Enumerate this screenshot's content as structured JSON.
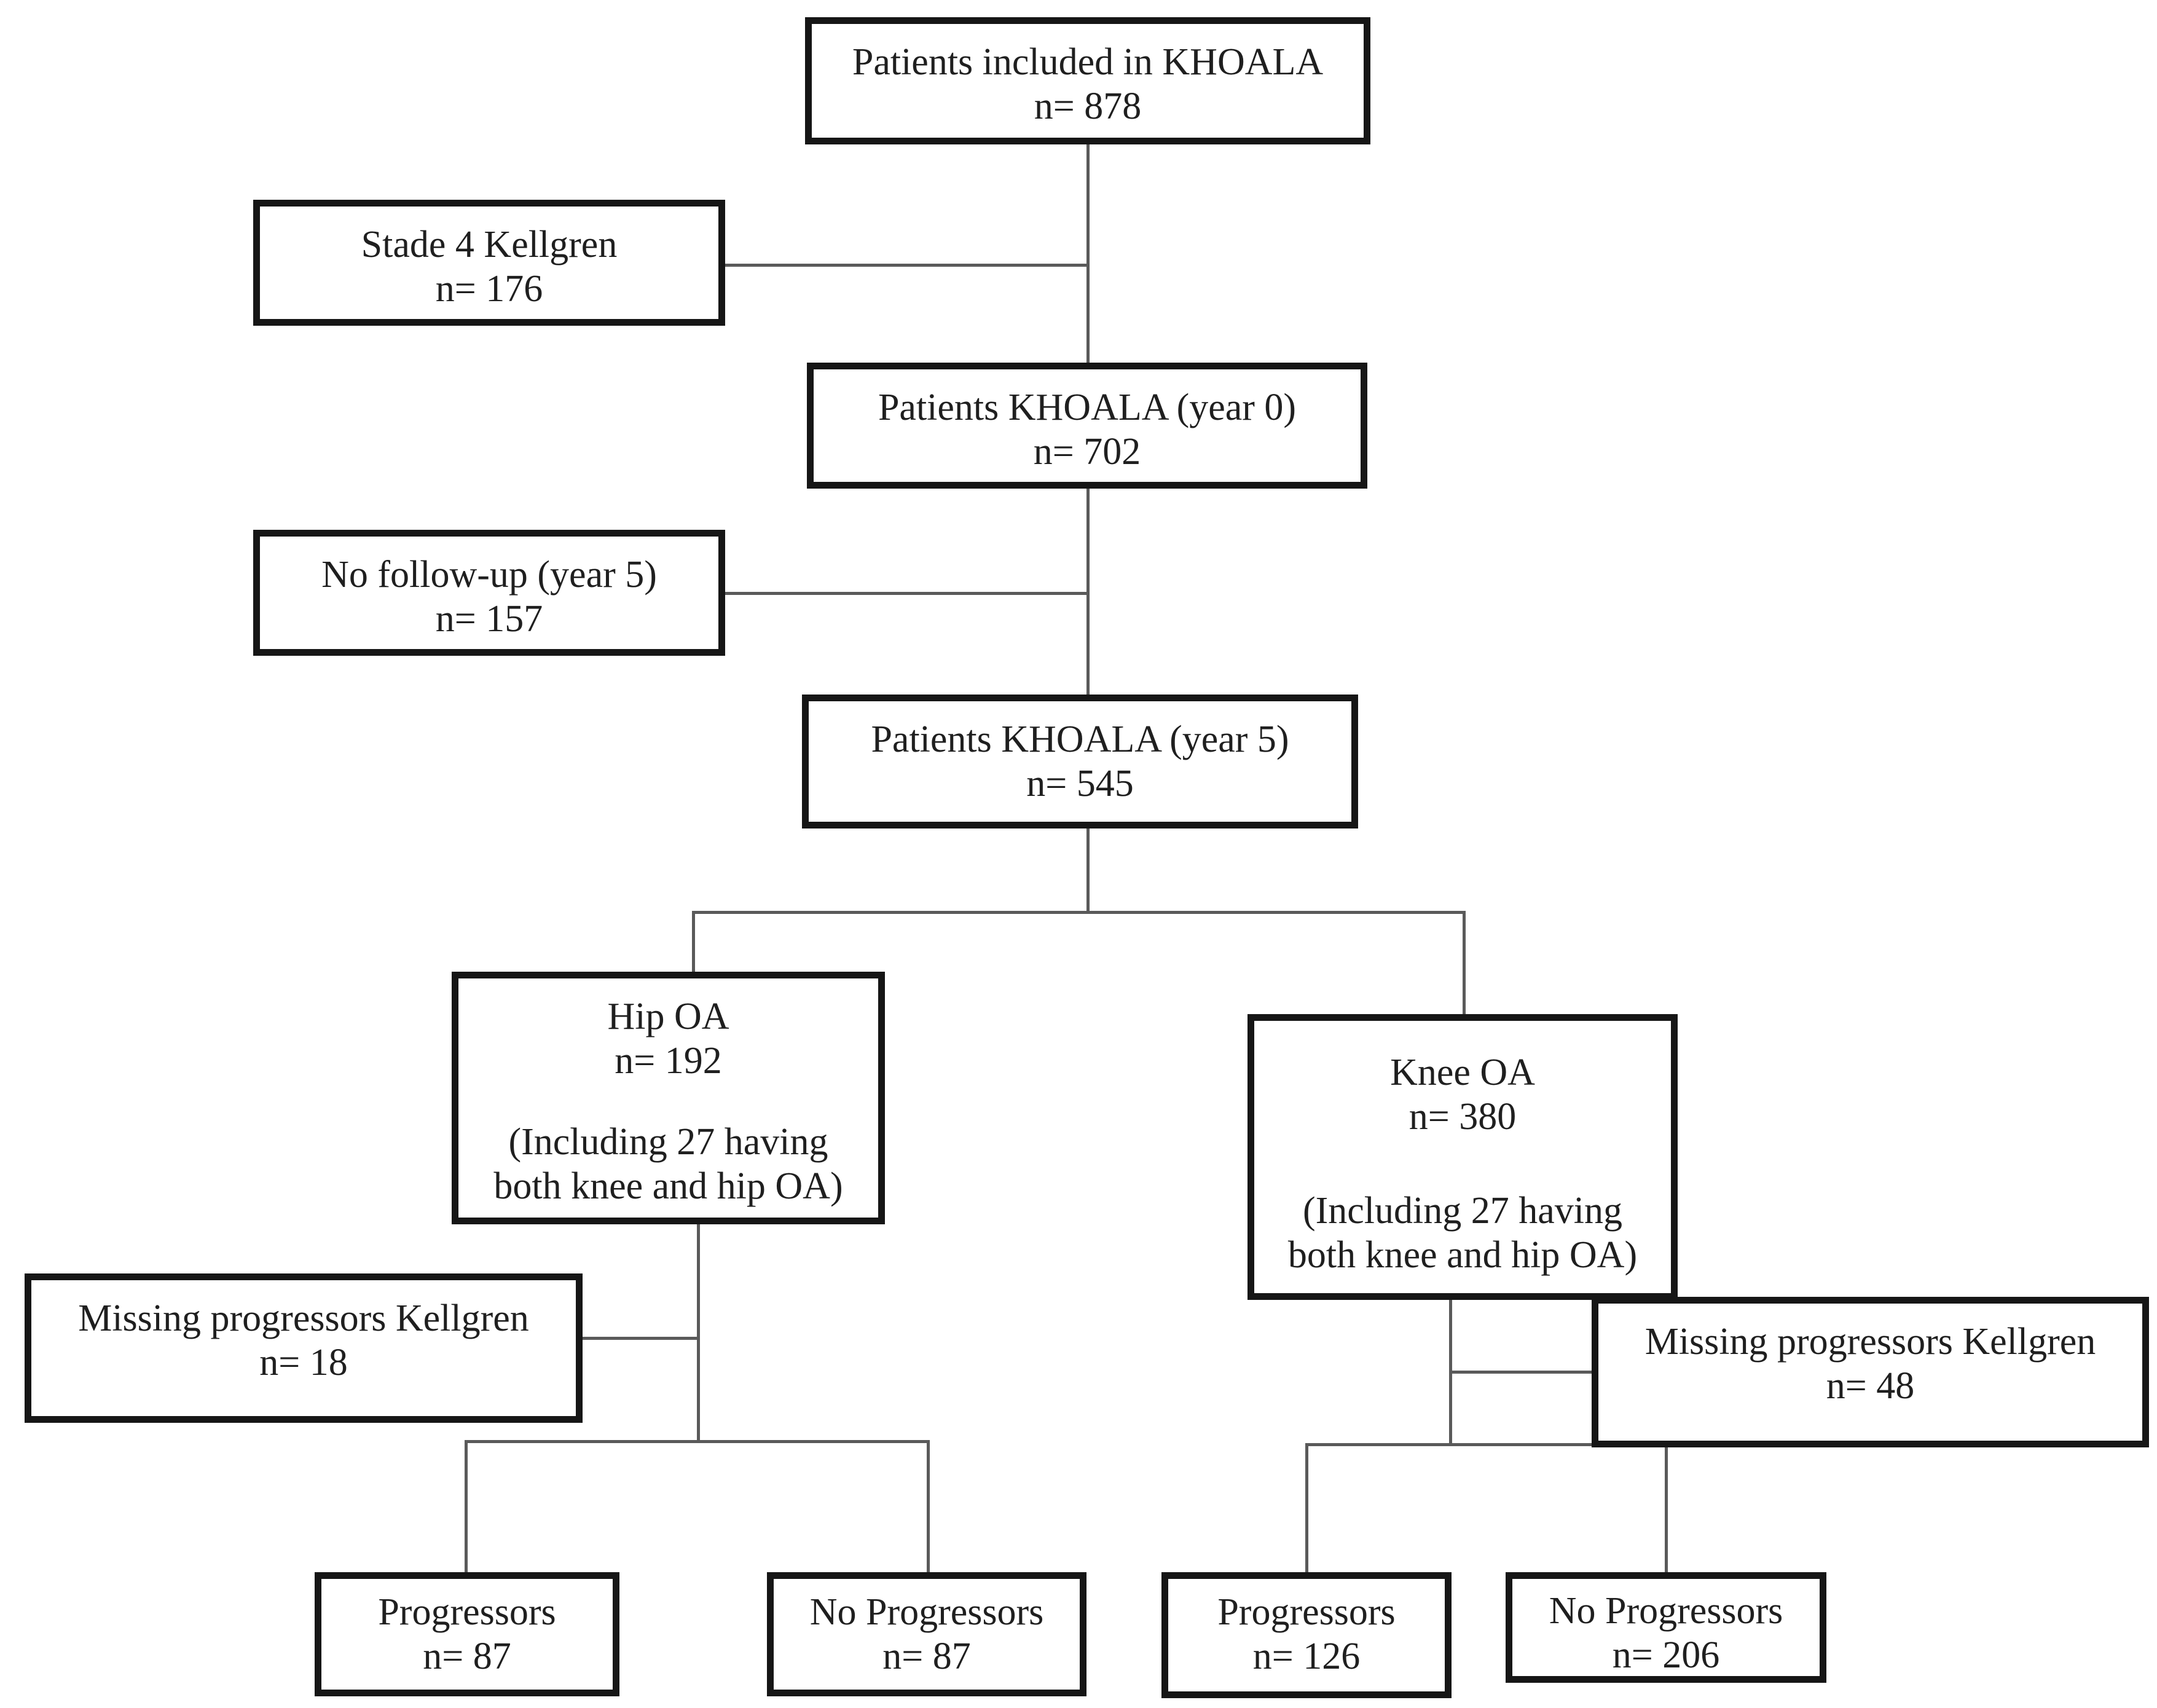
{
  "figure": {
    "type": "patient-flow-diagram",
    "background_color": "#ffffff",
    "box_border_color": "#161616",
    "connector_color": "#5a5a5a",
    "text_color": "#1f1f1f"
  },
  "nodes": {
    "included": {
      "label": "Patients included in KHOALA",
      "n": "n= 878"
    },
    "stade4": {
      "label": "Stade 4 Kellgren",
      "n": "n= 176"
    },
    "year0": {
      "label": "Patients KHOALA (year 0)",
      "n": "n= 702"
    },
    "no_followup": {
      "label": "No follow-up (year 5)",
      "n": "n= 157"
    },
    "year5": {
      "label": "Patients KHOALA (year 5)",
      "n": "n= 545"
    },
    "hip": {
      "label": "Hip OA",
      "n": "n= 192",
      "note_line1": "(Including 27 having",
      "note_line2": "both knee and hip OA)"
    },
    "knee": {
      "label": "Knee OA",
      "n": "n= 380",
      "note_line1": "(Including 27 having",
      "note_line2": "both knee and hip OA)"
    },
    "missing_hip": {
      "label": "Missing progressors Kellgren",
      "n": "n= 18"
    },
    "missing_knee": {
      "label": "Missing progressors Kellgren",
      "n": "n= 48"
    },
    "hip_progressors": {
      "label": "Progressors",
      "n": "n= 87"
    },
    "hip_no_progressors": {
      "label": "No Progressors",
      "n": "n= 87"
    },
    "knee_progressors": {
      "label": "Progressors",
      "n": "n= 126"
    },
    "knee_no_progressors": {
      "label": "No Progressors",
      "n": "n= 206"
    }
  }
}
